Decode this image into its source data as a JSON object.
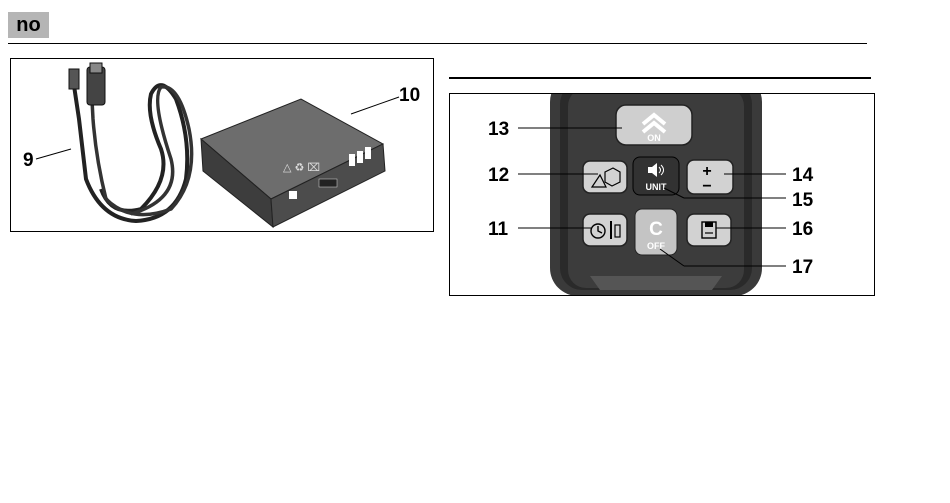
{
  "language_tag": "no",
  "accessory_callouts": {
    "cable": "9",
    "battery": "10"
  },
  "device_callouts": {
    "on_button": "13",
    "function_button": "12",
    "plus_minus_button": "14",
    "unit_button": "15",
    "timer_button": "11",
    "memory_button": "16",
    "clear_off_button": "17"
  },
  "button_labels": {
    "on": "ON",
    "unit": "UNIT",
    "clear": "C",
    "off": "OFF",
    "plus": "+",
    "minus": "−"
  },
  "icons": {
    "cable": "usb-cable-icon",
    "battery": "battery-pack-icon",
    "on": "double-chevron-up-icon",
    "function": "area-volume-icon",
    "unit": "speaker-icon",
    "timer": "timer-icon",
    "memory": "save-icon"
  }
}
